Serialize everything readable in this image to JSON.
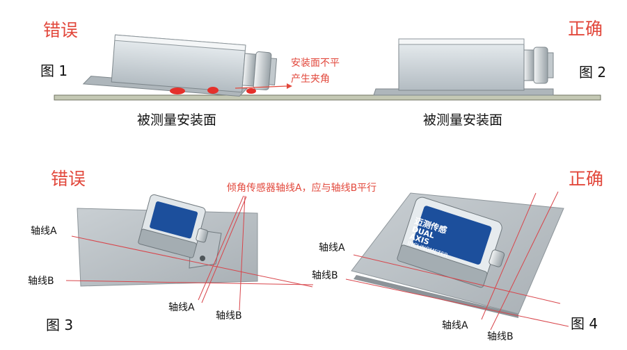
{
  "labels": {
    "wrong_top": "错误",
    "correct_top": "正确",
    "fig1": "图 1",
    "fig2": "图 2",
    "annotation_line1": "安装面不平",
    "annotation_line2": "产生夹角",
    "surface_left": "被测量安装面",
    "surface_right": "被测量安装面",
    "wrong_bottom": "错误",
    "correct_bottom": "正确",
    "axis_note": "倾角传感器轴线A，应与轴线B平行",
    "fig3": "图 3",
    "fig4": "图 4",
    "f3_axisA_left": "轴线A",
    "f3_axisB_left": "轴线B",
    "f3_axisA_bottom": "轴线A",
    "f3_axisB_bottom": "轴线B",
    "f4_axisA_left": "轴线A",
    "f4_axisB_left": "轴线B",
    "f4_axisA_bottom": "轴线A",
    "f4_axisB_bottom": "轴线B"
  },
  "sensor_text": {
    "brand": "迈测传感",
    "line1": "DUAL",
    "line2": "AXIS",
    "line3": "INCLINOMETER"
  },
  "colors": {
    "accent_red": "#e2483c",
    "sensor_blue": "#1c4f9c"
  }
}
